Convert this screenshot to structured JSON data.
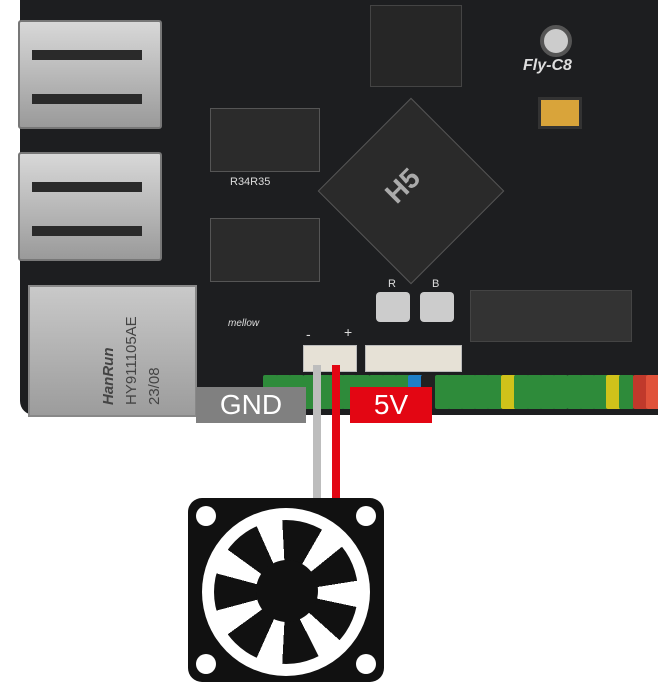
{
  "board": {
    "model_label": "Fly-C8",
    "soc_label": "H5",
    "resistor_label": "R34R35",
    "logo_text": "mellow",
    "button_r": "R",
    "button_b": "B",
    "minus_mark": "-",
    "plus_mark": "+"
  },
  "ethernet": {
    "brand": "HanRun",
    "part": "HY911105AE",
    "date": "23/08"
  },
  "wiring": {
    "gnd_label": "GND",
    "v5_label": "5V",
    "gnd_color": "#bdbdbd",
    "v5_color": "#e30613"
  }
}
